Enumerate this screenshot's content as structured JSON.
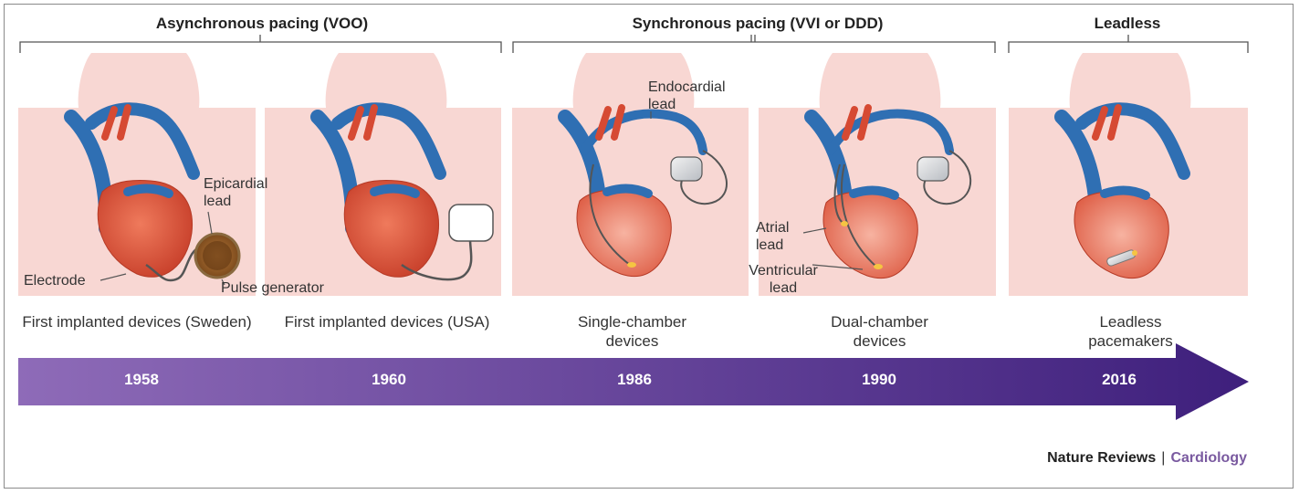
{
  "groups": [
    {
      "title": "Asynchronous pacing (VOO)"
    },
    {
      "title": "Synchronous pacing (VVI or DDD)"
    },
    {
      "title": "Leadless"
    }
  ],
  "panels": [
    {
      "caption": "First implanted devices (Sweden)",
      "year": "1958"
    },
    {
      "caption": "First implanted devices (USA)",
      "year": "1960"
    },
    {
      "caption": "Single-chamber devices",
      "year": "1986"
    },
    {
      "caption": "Dual-chamber devices",
      "year": "1990"
    },
    {
      "caption": "Leadless pacemakers",
      "year": "2016"
    }
  ],
  "labels": {
    "epicardial_lead": "Epicardial lead",
    "electrode": "Electrode",
    "pulse_generator": "Pulse generator",
    "endocardial_lead": "Endocardial lead",
    "atrial_lead": "Atrial lead",
    "ventricular_lead": "Ventricular lead"
  },
  "colors": {
    "skin": "#f8d7d3",
    "vessel": "#2f6fb3",
    "heart": "#e2573d",
    "arrow_start": "#8e6bb8",
    "arrow_end": "#3e1f7c"
  },
  "footer": {
    "publisher": "Nature Reviews",
    "separator": "|",
    "journal": "Cardiology"
  }
}
